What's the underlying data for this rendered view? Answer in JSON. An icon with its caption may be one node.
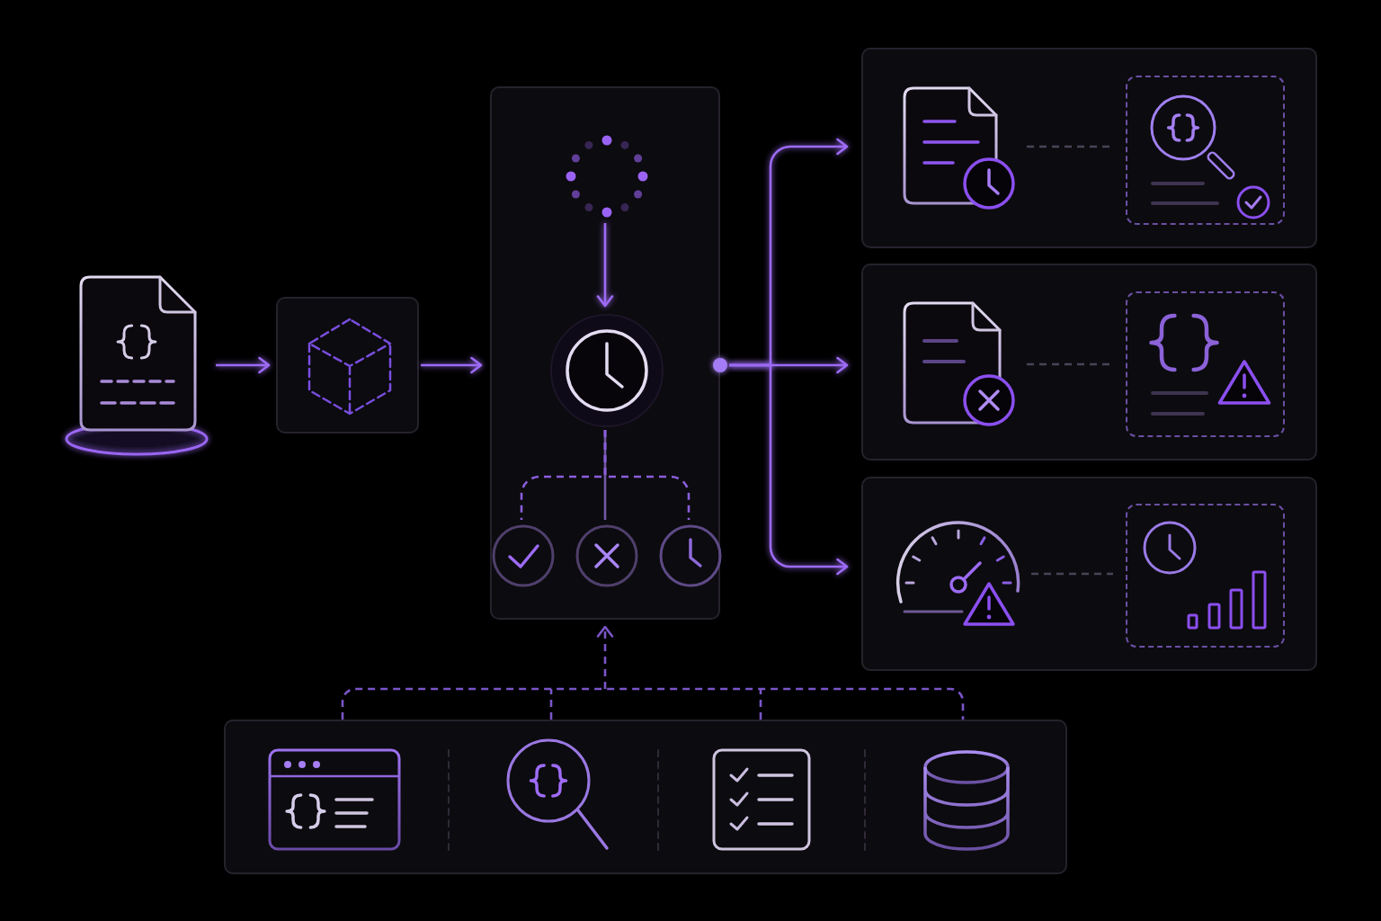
{
  "diagram": {
    "nodes": [
      {
        "text": [],
        "shape": "picture"
      },
      {
        "text": [],
        "shape": "box"
      },
      {
        "text": [],
        "shape": "box"
      },
      {
        "text": [],
        "shape": "circle",
        "in": 2
      },
      {
        "text": [],
        "shape": "circle",
        "in": 2
      },
      {
        "text": [],
        "shape": "circle",
        "in": 2
      },
      {
        "text": [],
        "shape": "circle",
        "in": 2
      },
      {
        "text": [],
        "shape": "circle",
        "in": 2
      },
      {
        "text": [],
        "shape": "box"
      },
      {
        "text": [],
        "shape": "picture",
        "in": 8
      },
      {
        "text": [],
        "shape": "box",
        "in": 8
      },
      {
        "text": [],
        "shape": "box"
      },
      {
        "text": [],
        "shape": "picture",
        "in": 11
      },
      {
        "text": [],
        "shape": "box",
        "in": 11
      },
      {
        "text": [],
        "shape": "box"
      },
      {
        "text": [],
        "shape": "picture",
        "in": 14
      },
      {
        "text": [],
        "shape": "box",
        "in": 14
      },
      {
        "text": [],
        "shape": "box"
      }
    ],
    "edges": [
      {
        "from": 0,
        "to": 1,
        "arrow": "to"
      },
      {
        "from": 1,
        "to": 2,
        "arrow": "to"
      },
      {
        "from": 3,
        "to": 4,
        "arrow": "to"
      },
      {
        "from": 4,
        "to": 5,
        "arrow": "none",
        "style": "dashed",
        "color": "#8a5edc"
      },
      {
        "from": 4,
        "to": 6,
        "arrow": "none",
        "color": "#7259a6"
      },
      {
        "from": 4,
        "to": 7,
        "arrow": "none",
        "style": "dashed",
        "color": "#8a5edc"
      },
      {
        "from": 2,
        "to": 8,
        "arrow": "to"
      },
      {
        "from": 2,
        "to": 11,
        "arrow": "to"
      },
      {
        "from": 2,
        "to": 14,
        "arrow": "to"
      },
      {
        "from": 9,
        "to": 10,
        "arrow": "none",
        "style": "dashed",
        "color": "#4a4357"
      },
      {
        "from": 12,
        "to": 13,
        "arrow": "none",
        "style": "dashed",
        "color": "#4a4357"
      },
      {
        "from": 15,
        "to": 16,
        "arrow": "none",
        "style": "dashed",
        "color": "#4a4357"
      },
      {
        "from": 17,
        "to": 2,
        "arrow": "to",
        "style": "dashed",
        "color": "#7a55c8"
      }
    ]
  }
}
